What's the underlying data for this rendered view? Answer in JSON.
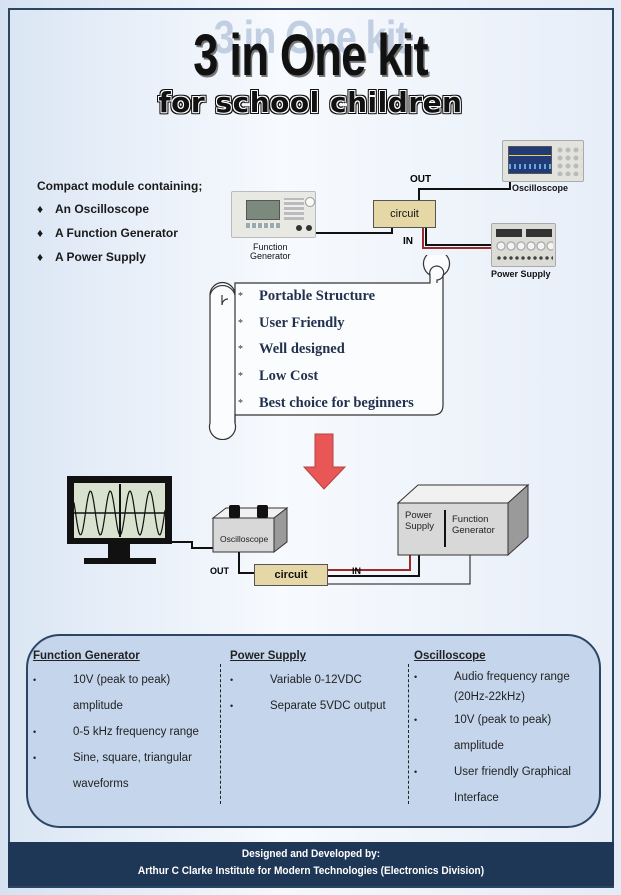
{
  "header": {
    "title": "3 in One kit",
    "subtitle": "for school children"
  },
  "intro": {
    "heading": "Compact module containing;",
    "items": [
      "An Oscilloscope",
      "A Function Generator",
      "A Power Supply"
    ]
  },
  "top_diagram": {
    "function_generator_label_line1": "Function",
    "function_generator_label_line2": "Generator",
    "oscilloscope_label": "Oscilloscope",
    "power_supply_label": "Power Supply",
    "circuit_label": "circuit",
    "out_label": "OUT",
    "in_label": "IN"
  },
  "features": {
    "bullet": "*",
    "items": [
      "Portable Structure",
      "User Friendly",
      "Well designed",
      "Low Cost",
      "Best choice for beginners"
    ]
  },
  "bottom_diagram": {
    "oscilloscope_label": "Oscilloscope",
    "circuit_label": "circuit",
    "out_label": "OUT",
    "in_label": "IN",
    "power_supply_label_line1": "Power",
    "power_supply_label_line2": "Supply",
    "function_generator_label_line1": "Function",
    "function_generator_label_line2": "Generator"
  },
  "specs": {
    "bullet": "•",
    "columns": [
      {
        "title": "Function Generator",
        "lines": [
          {
            "bullet": true,
            "text": "10V (peak to peak)"
          },
          {
            "bullet": false,
            "text": "amplitude"
          },
          {
            "bullet": true,
            "text": "0-5 kHz frequency range"
          },
          {
            "bullet": true,
            "text": "Sine, square, triangular"
          },
          {
            "bullet": false,
            "text": "waveforms"
          }
        ]
      },
      {
        "title": "Power Supply",
        "lines": [
          {
            "bullet": true,
            "text": "Variable 0-12VDC"
          },
          {
            "bullet": true,
            "text": "Separate 5VDC output"
          }
        ]
      },
      {
        "title": "Oscilloscope",
        "lines": [
          {
            "bullet": true,
            "text": "Audio frequency range"
          },
          {
            "bullet": false,
            "text": "(20Hz-22kHz)"
          },
          {
            "bullet": true,
            "text": "10V (peak to peak)"
          },
          {
            "bullet": false,
            "text": "amplitude"
          },
          {
            "bullet": true,
            "text": "User friendly Graphical"
          },
          {
            "bullet": false,
            "text": "Interface"
          }
        ]
      }
    ]
  },
  "footer": {
    "line1": "Designed and Developed by:",
    "line2": "Arthur C Clarke Institute for Modern Technologies (Electronics Division)"
  },
  "colors": {
    "frame": "#2c4563",
    "footer_bg": "#1f3756",
    "panel_bg": "#c4d5ec",
    "circuit_fill": "#e6d8a6",
    "arrow": "#e85656",
    "wire_red": "#9b2a2a"
  }
}
